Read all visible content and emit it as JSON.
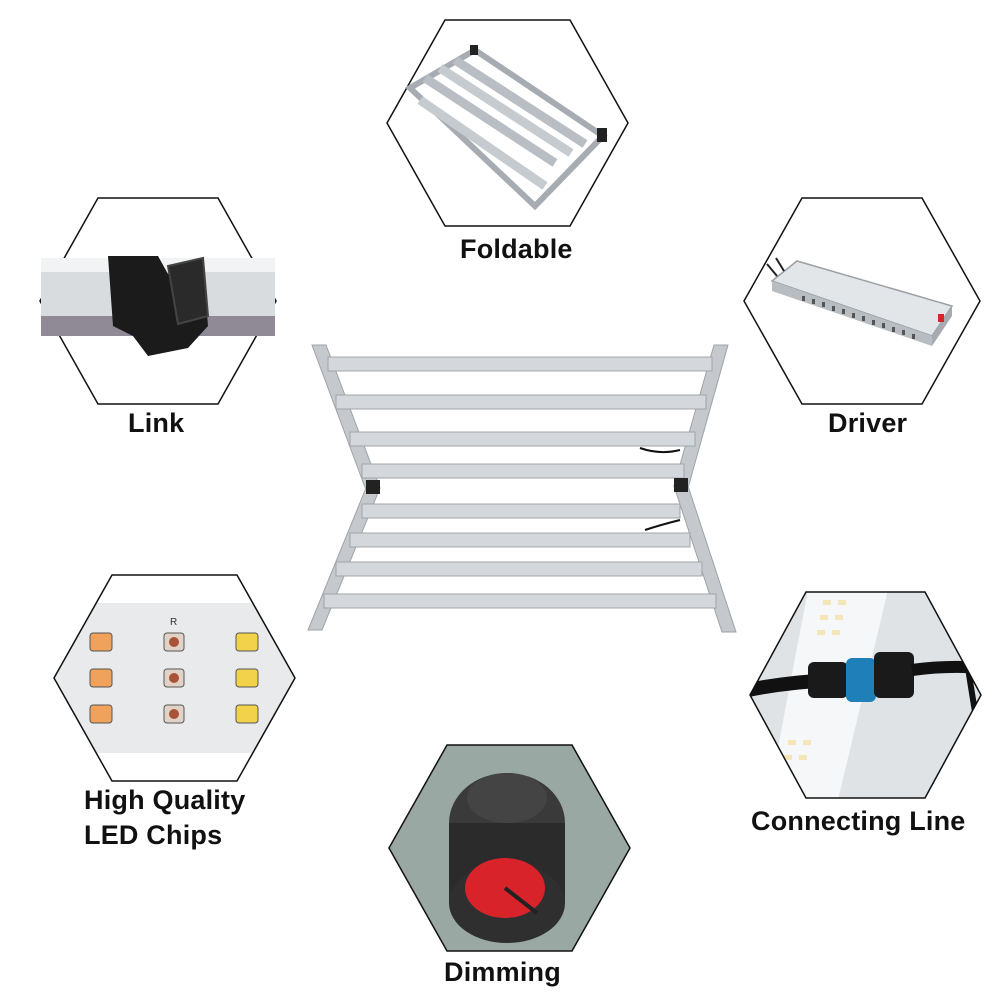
{
  "features": [
    {
      "id": "foldable",
      "label": "Foldable"
    },
    {
      "id": "link",
      "label": "Link"
    },
    {
      "id": "driver",
      "label": "Driver"
    },
    {
      "id": "led-chips",
      "label_line1": "High Quality",
      "label_line2": "LED Chips"
    },
    {
      "id": "connecting-line",
      "label": "Connecting Line"
    },
    {
      "id": "dimming",
      "label": "Dimming"
    }
  ],
  "chip_marker": "R",
  "colors": {
    "hex_stroke": "#111111",
    "aluminum": "#c9cdd2",
    "chip_warm": "#f0a25a",
    "chip_yellow": "#f2d24a",
    "chip_red": "#a8523a",
    "knob_red": "#d8232a",
    "connector_blue": "#1f7fb8"
  }
}
